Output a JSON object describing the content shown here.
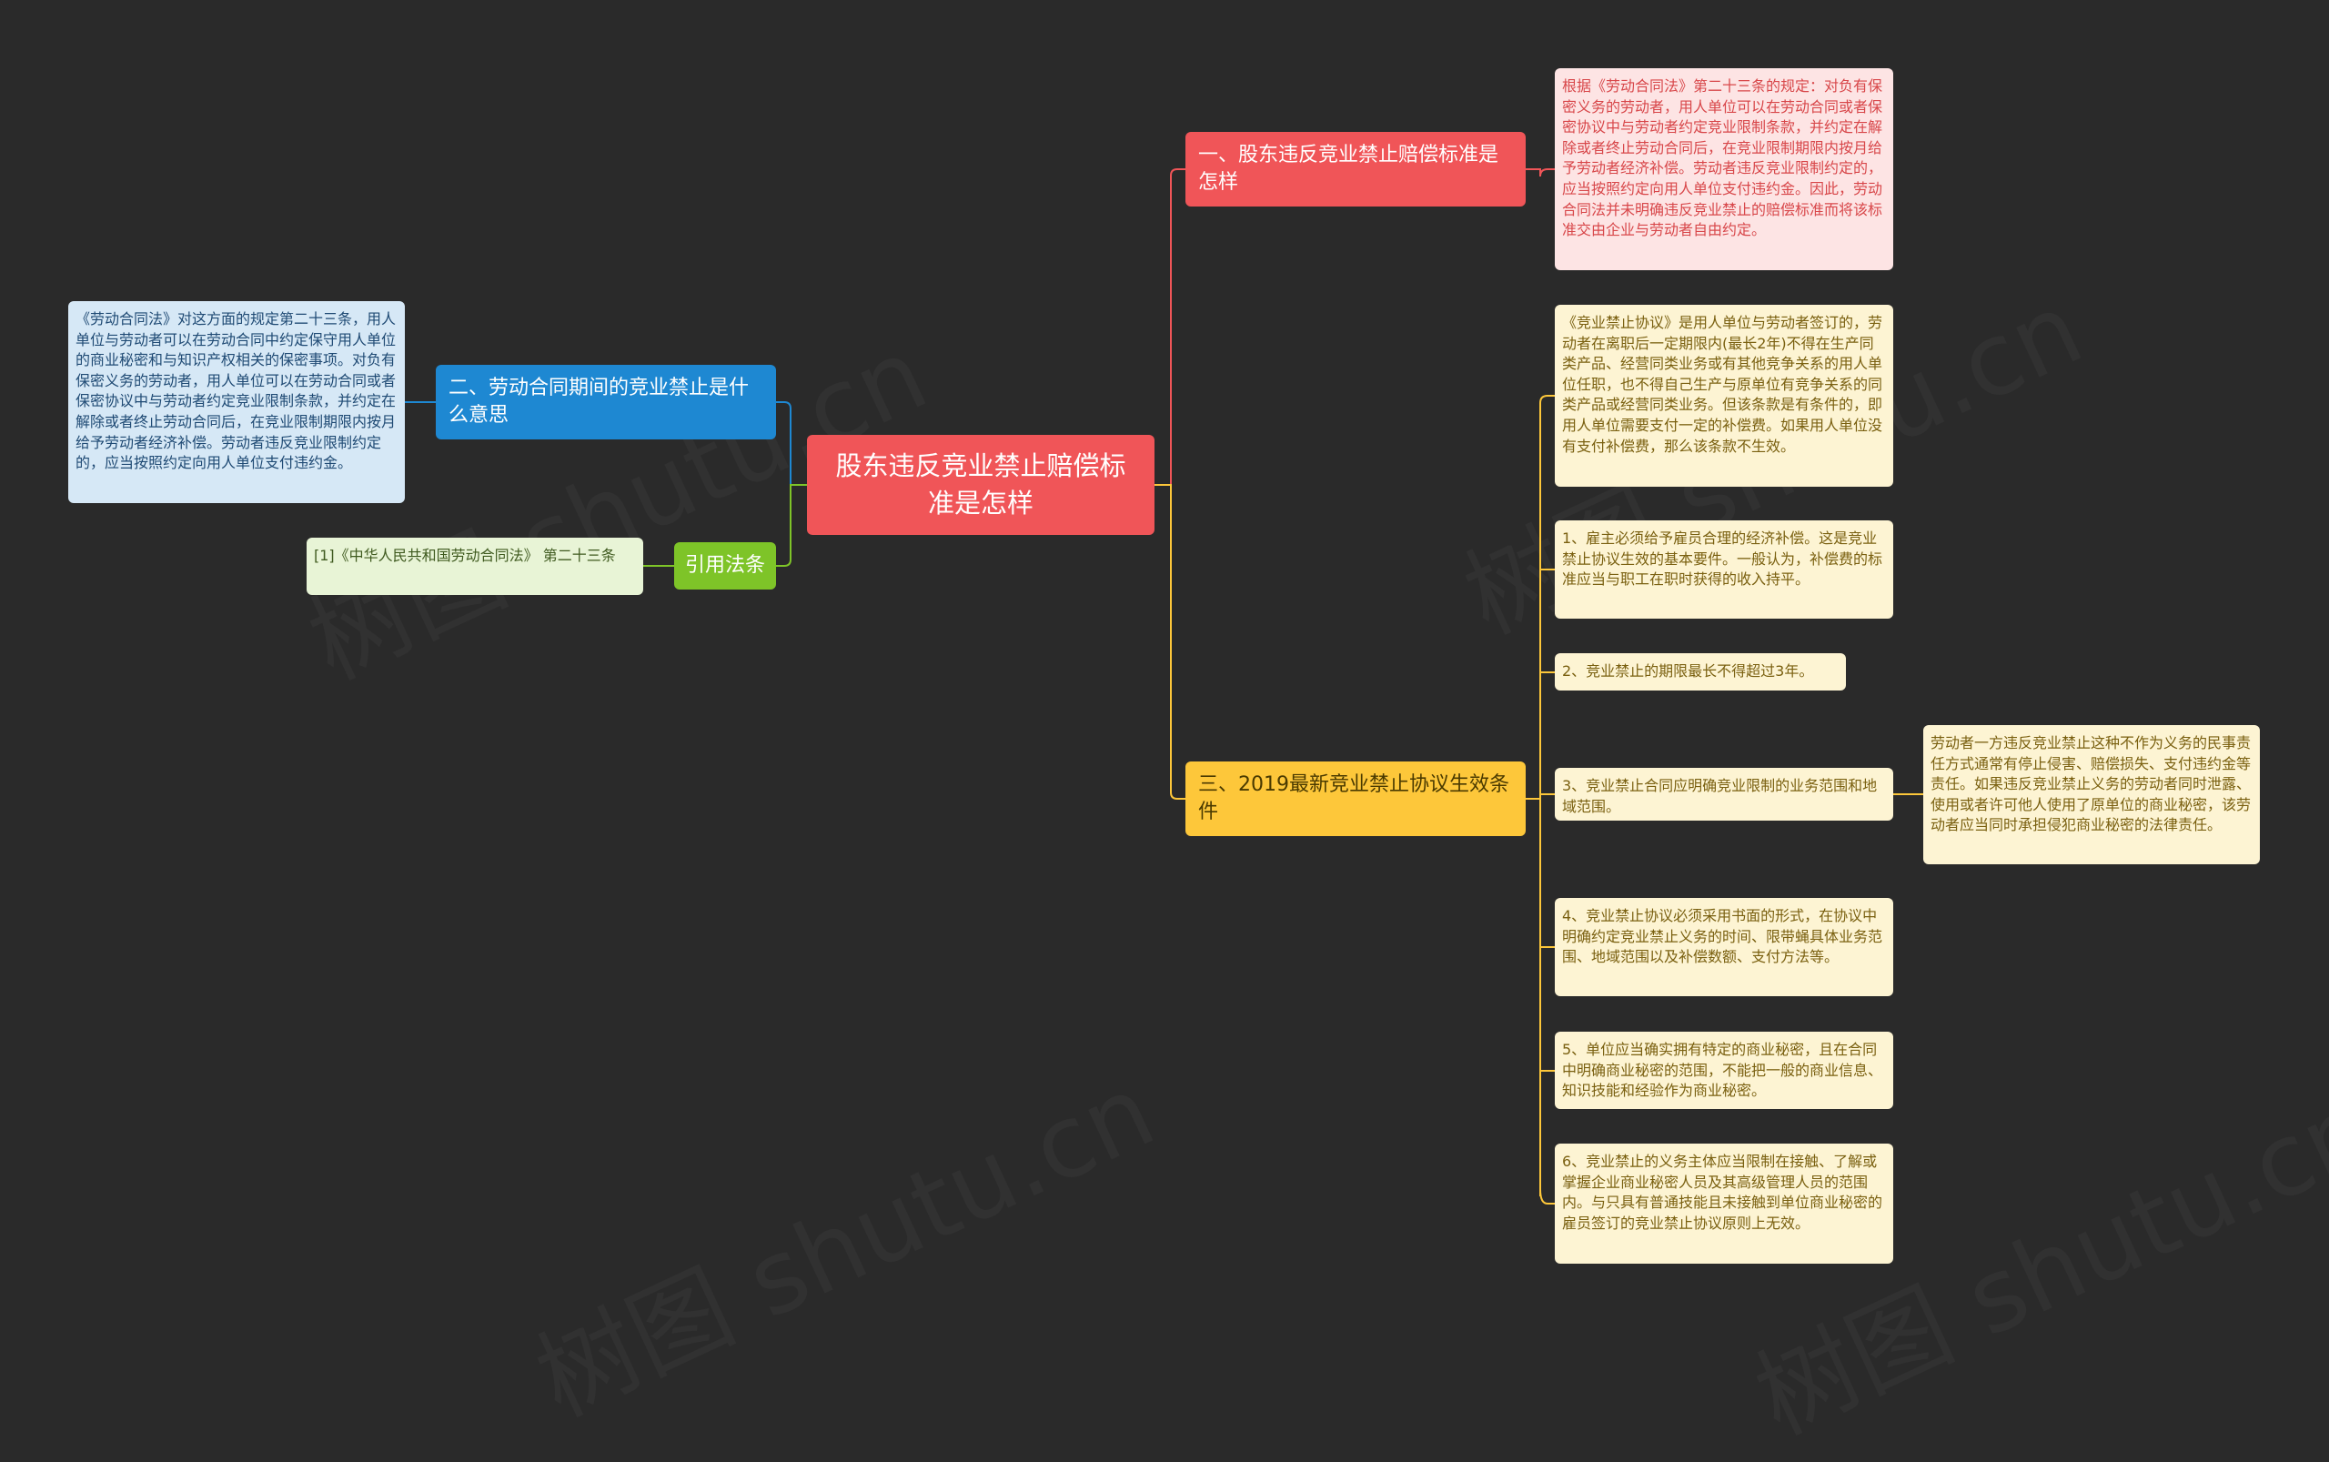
{
  "root": {
    "label": "股东违反竞业禁止赔偿标准是怎样"
  },
  "branches": {
    "b1": {
      "label": "一、股东违反竞业禁止赔偿标准是怎样",
      "color": "#f05558"
    },
    "b2": {
      "label": "二、劳动合同期间的竞业禁止是什么意思",
      "color": "#1e88d2"
    },
    "b3": {
      "label": "三、2019最新竞业禁止协议生效条件",
      "color": "#fdc73a"
    },
    "b4": {
      "label": "引用法条",
      "color": "#7ec428"
    }
  },
  "leaves": {
    "b1_text": "根据《劳动合同法》第二十三条的规定：对负有保密义务的劳动者，用人单位可以在劳动合同或者保密协议中与劳动者约定竞业限制条款，并约定在解除或者终止劳动合同后，在竞业限制期限内按月给予劳动者经济补偿。劳动者违反竞业限制约定的，应当按照约定向用人单位支付违约金。因此，劳动合同法并未明确违反竞业禁止的赔偿标准而将该标准交由企业与劳动者自由约定。",
    "b2_text": "《劳动合同法》对这方面的规定第二十三条，用人单位与劳动者可以在劳动合同中约定保守用人单位的商业秘密和与知识产权相关的保密事项。对负有保密义务的劳动者，用人单位可以在劳动合同或者保密协议中与劳动者约定竞业限制条款，并约定在解除或者终止劳动合同后，在竞业限制期限内按月给予劳动者经济补偿。劳动者违反竞业限制约定的，应当按照约定向用人单位支付违约金。",
    "b4_text": "[1]《中华人民共和国劳动合同法》 第二十三条",
    "b3_items": [
      "《竞业禁止协议》是用人单位与劳动者签订的，劳动者在离职后一定期限内(最长2年)不得在生产同类产品、经营同类业务或有其他竞争关系的用人单位任职，也不得自己生产与原单位有竞争关系的同类产品或经营同类业务。但该条款是有条件的，即用人单位需要支付一定的补偿费。如果用人单位没有支付补偿费，那么该条款不生效。",
      "1、雇主必须给予雇员合理的经济补偿。这是竞业禁止协议生效的基本要件。一般认为，补偿费的标准应当与职工在职时获得的收入持平。",
      "2、竞业禁止的期限最长不得超过3年。",
      "3、竞业禁止合同应明确竞业限制的业务范围和地域范围。",
      "4、竞业禁止协议必须采用书面的形式，在协议中明确约定竞业禁止义务的时间、限带蝇具体业务范围、地域范围以及补偿数额、支付方法等。",
      "5、单位应当确实拥有特定的商业秘密，且在合同中明确商业秘密的范围，不能把一般的商业信息、知识技能和经验作为商业秘密。",
      "6、竞业禁止的义务主体应当限制在接触、了解或掌握企业商业秘密人员及其高级管理人员的范围内。与只具有普通技能且未接触到单位商业秘密的雇员签订的竞业禁止协议原则上无效。"
    ],
    "b3_item3_child": "劳动者一方违反竞业禁止这种不作为义务的民事责任方式通常有停止侵害、赔偿损失、支付违约金等责任。如果违反竞业禁止义务的劳动者同时泄露、使用或者许可他人使用了原单位的商业秘密，该劳动者应当同时承担侵犯商业秘密的法律责任。"
  },
  "watermark": "树图 shutu.cn"
}
